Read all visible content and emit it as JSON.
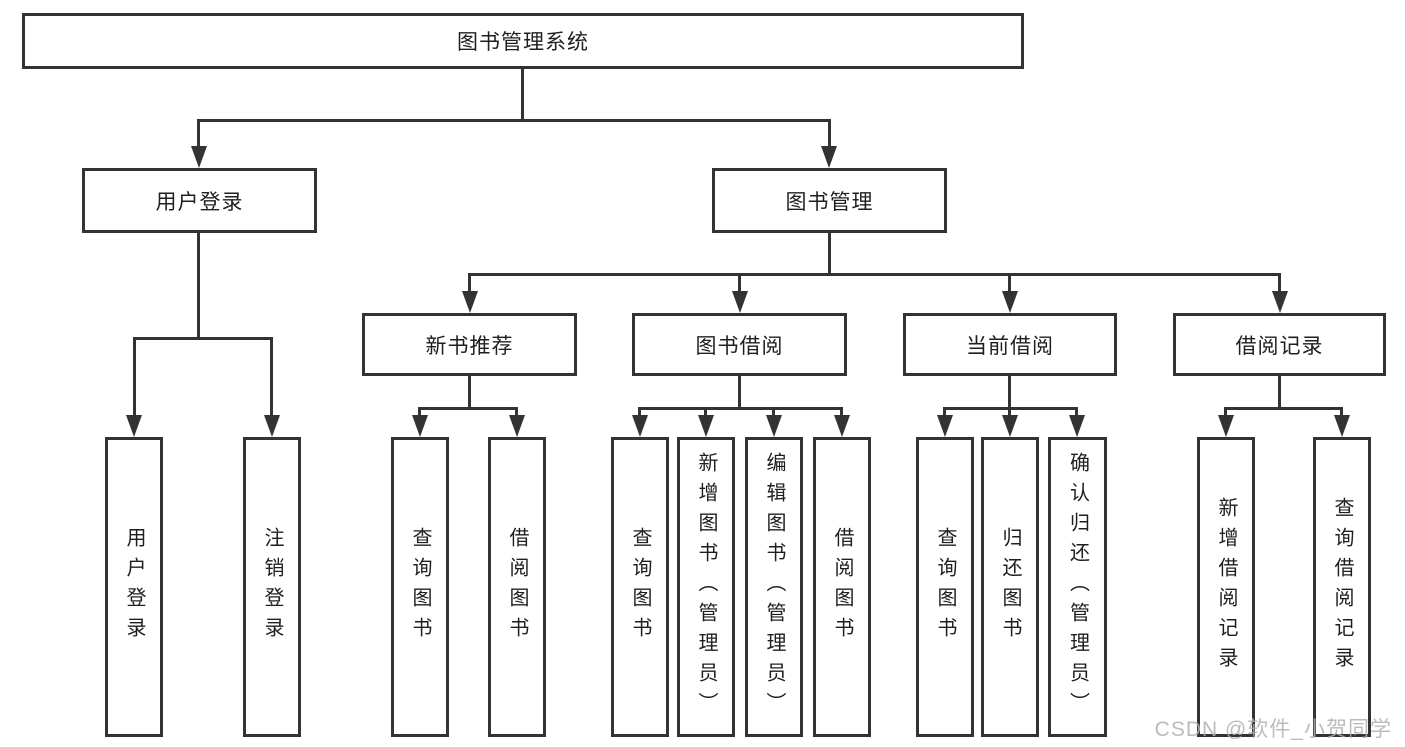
{
  "nodes": {
    "root": "图书管理系统",
    "user_login": "用户登录",
    "book_management": "图书管理",
    "new_book_recommend": "新书推荐",
    "book_borrow": "图书借阅",
    "current_borrow": "当前借阅",
    "borrow_record": "借阅记录"
  },
  "leaves": {
    "user_login": [
      "用户登录",
      "注销登录"
    ],
    "new_book_recommend": [
      "查询图书",
      "借阅图书"
    ],
    "book_borrow": [
      "查询图书",
      "新增图书（管理员）",
      "编辑图书（管理员）",
      "借阅图书"
    ],
    "current_borrow": [
      "查询图书",
      "归还图书",
      "确认归还（管理员）"
    ],
    "borrow_record": [
      "新增借阅记录",
      "查询借阅记录"
    ]
  },
  "watermark": "CSDN @软件_小贺同学",
  "colors": {
    "line": "#333333",
    "text": "#1f1f1f",
    "watermark": "#b0b0b0",
    "background": "#ffffff"
  }
}
